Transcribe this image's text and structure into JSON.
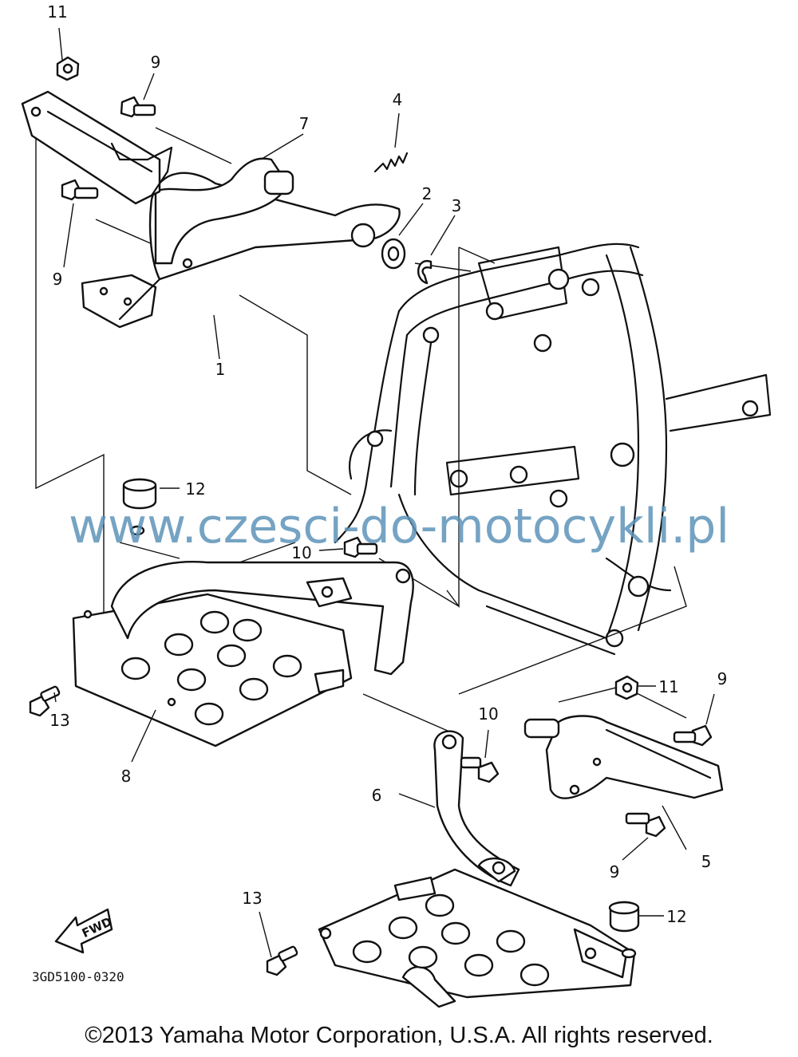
{
  "callouts": {
    "c1": "1",
    "c2": "2",
    "c3": "3",
    "c4": "4",
    "c5": "5",
    "c6": "6",
    "c7": "7",
    "c8": "8",
    "c9a": "9",
    "c9b": "9",
    "c9c": "9",
    "c9d": "9",
    "c10a": "10",
    "c10b": "10",
    "c11a": "11",
    "c11b": "11",
    "c12a": "12",
    "c12b": "12",
    "c13a": "13",
    "c13b": "13"
  },
  "fwd_label": "FWD",
  "drawing_code": "3GD5100-0320",
  "watermark": "www.czesci-do-motocykli.pl",
  "copyright": "©2013 Yamaha Motor Corporation, U.S.A. All rights reserved."
}
